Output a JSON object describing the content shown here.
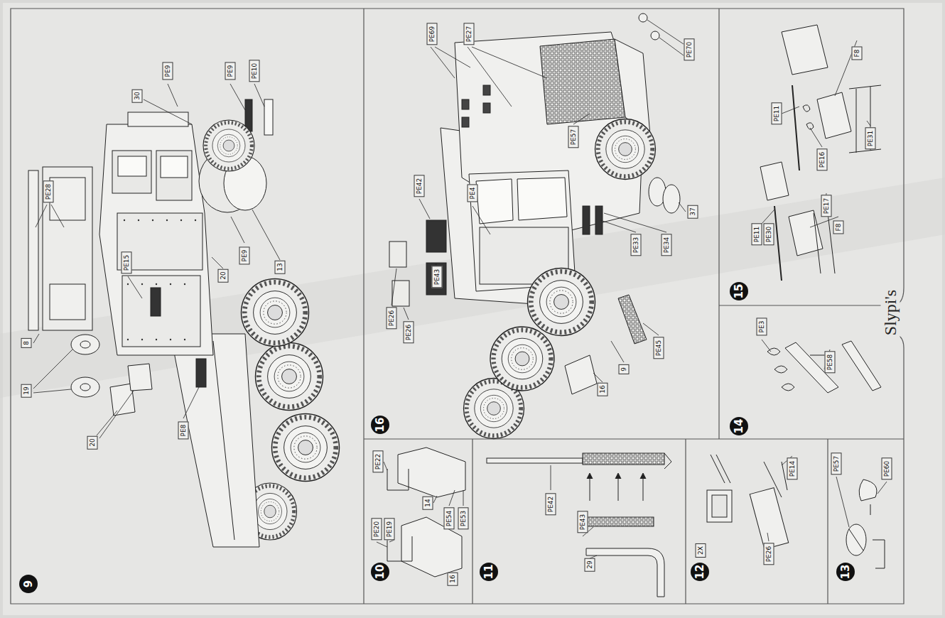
{
  "diagram": {
    "labels": [
      "9",
      "PE9",
      "PE9",
      "PE10",
      "30",
      "PE28",
      "PE15",
      "PE9",
      "20",
      "13",
      "8",
      "19",
      "20",
      "PE8",
      "16",
      "PE69",
      "PE27",
      "PE70",
      "PE57",
      "PE42",
      "PE4",
      "PE43",
      "37",
      "PE33",
      "PE34",
      "PE26",
      "PE26",
      "PE45",
      "9",
      "16",
      "10",
      "PE22",
      "14",
      "PE54",
      "PE53",
      "PE20",
      "PE19",
      "16",
      "11",
      "PE42",
      "PE43",
      "29",
      "12",
      "2X",
      "PE14",
      "PE26",
      "13",
      "PE57",
      "PE60",
      "14",
      "PE3",
      "PE58",
      "15",
      "F8",
      "PE11",
      "PE16",
      "PE31",
      "PE11",
      "PE30",
      "PE17",
      "F8",
      "Slypi's"
    ]
  }
}
